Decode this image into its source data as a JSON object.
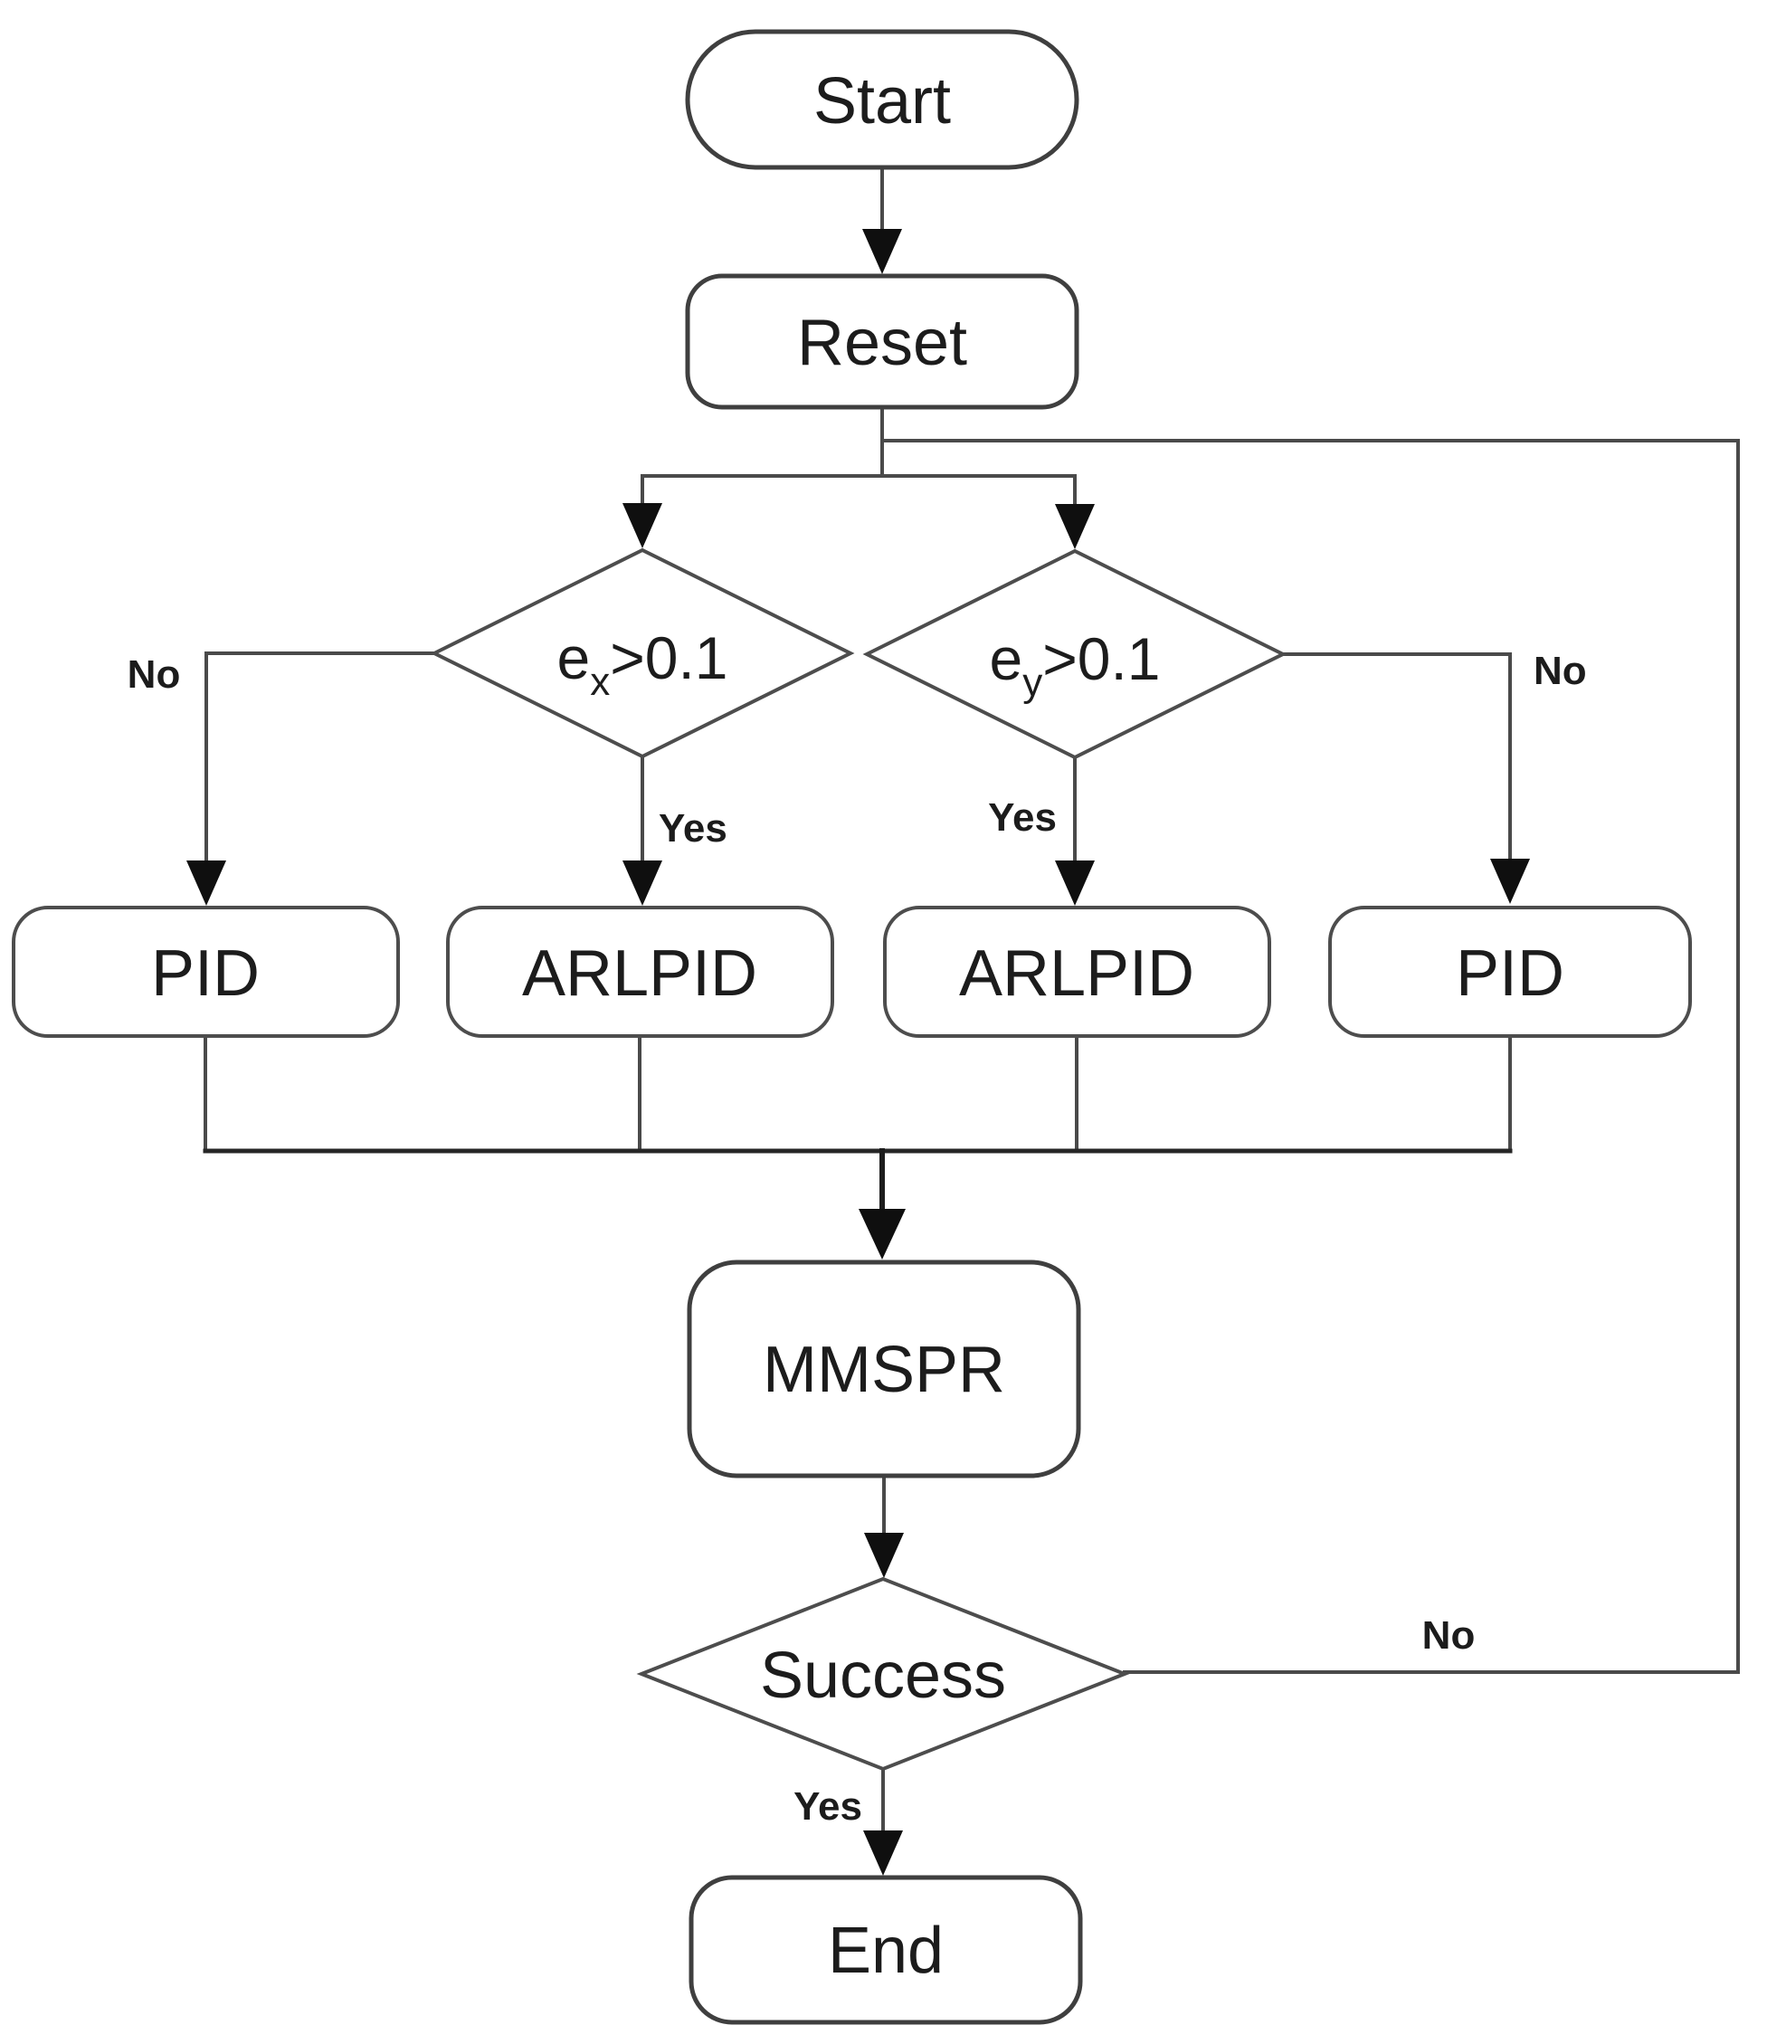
{
  "diagram": {
    "type": "flowchart",
    "colors": {
      "background": "#ffffff",
      "shape_fill": "#ffffff",
      "shape_stroke": "#4d4d4d",
      "line": "#4a4a4a",
      "arrowhead": "#0f0f0f",
      "text": "#1c1c1c"
    },
    "nodes": {
      "start": {
        "label": "Start",
        "shape": "stadium"
      },
      "reset": {
        "label": "Reset",
        "shape": "rounded-rect"
      },
      "decision_ex": {
        "base": "e",
        "sub": "x",
        "rest": ">0.1",
        "shape": "diamond"
      },
      "decision_ey": {
        "base": "e",
        "sub": "y",
        "rest": ">0.1",
        "shape": "diamond"
      },
      "pid_left": {
        "label": "PID",
        "shape": "rounded-rect"
      },
      "arlpid_left": {
        "label": "ARLPID",
        "shape": "rounded-rect"
      },
      "arlpid_right": {
        "label": "ARLPID",
        "shape": "rounded-rect"
      },
      "pid_right": {
        "label": "PID",
        "shape": "rounded-rect"
      },
      "mmspr": {
        "label": "MMSPR",
        "shape": "rounded-rect"
      },
      "success": {
        "label": "Success",
        "shape": "diamond"
      },
      "end": {
        "label": "End",
        "shape": "rounded-rect"
      }
    },
    "edge_labels": {
      "ex_no": "No",
      "ex_yes": "Yes",
      "ey_yes": "Yes",
      "ey_no": "No",
      "success_no": "No",
      "success_yes": "Yes"
    },
    "edges": [
      "Start -> Reset",
      "Reset -> decision_ex (split)",
      "Reset -> decision_ey (split)",
      "decision_ex -No-> pid_left",
      "decision_ex -Yes-> arlpid_left",
      "decision_ey -Yes-> arlpid_right",
      "decision_ey -No-> pid_right",
      "pid_left, arlpid_left, arlpid_right, pid_right -> merge -> MMSPR",
      "MMSPR -> Success",
      "Success -Yes-> End",
      "Success -No-> loop back to line below Reset"
    ]
  }
}
